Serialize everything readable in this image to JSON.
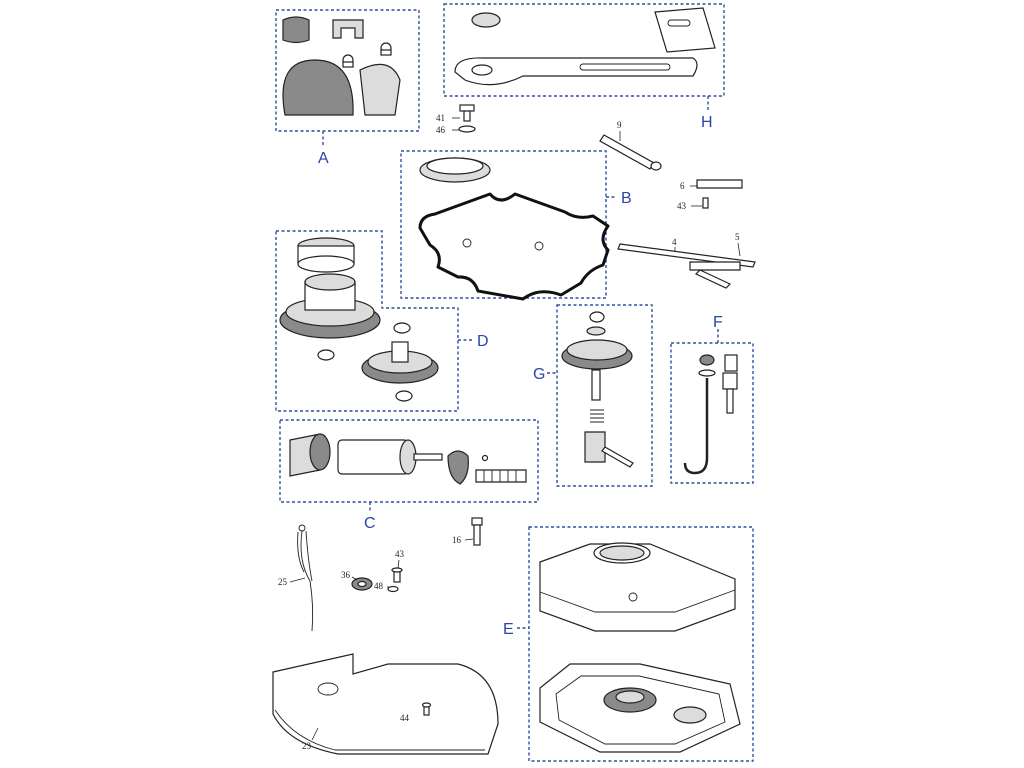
{
  "groups": [
    {
      "id": "A",
      "label": "A"
    },
    {
      "id": "H",
      "label": "H"
    },
    {
      "id": "B",
      "label": "B"
    },
    {
      "id": "D",
      "label": "D"
    },
    {
      "id": "G",
      "label": "G"
    },
    {
      "id": "F",
      "label": "F"
    },
    {
      "id": "C",
      "label": "C"
    },
    {
      "id": "E",
      "label": "E"
    }
  ],
  "callouts": {
    "n41": "41",
    "n46": "46",
    "n9": "9",
    "n6": "6",
    "n43a": "43",
    "n4": "4",
    "n5": "5",
    "n16": "16",
    "n25": "25",
    "n43b": "43",
    "n36": "36",
    "n48": "48",
    "n44": "44",
    "n23": "23"
  },
  "colors": {
    "group_outline": "#2f4fa0",
    "group_label": "#2b45a8",
    "line_art": "#222222"
  }
}
